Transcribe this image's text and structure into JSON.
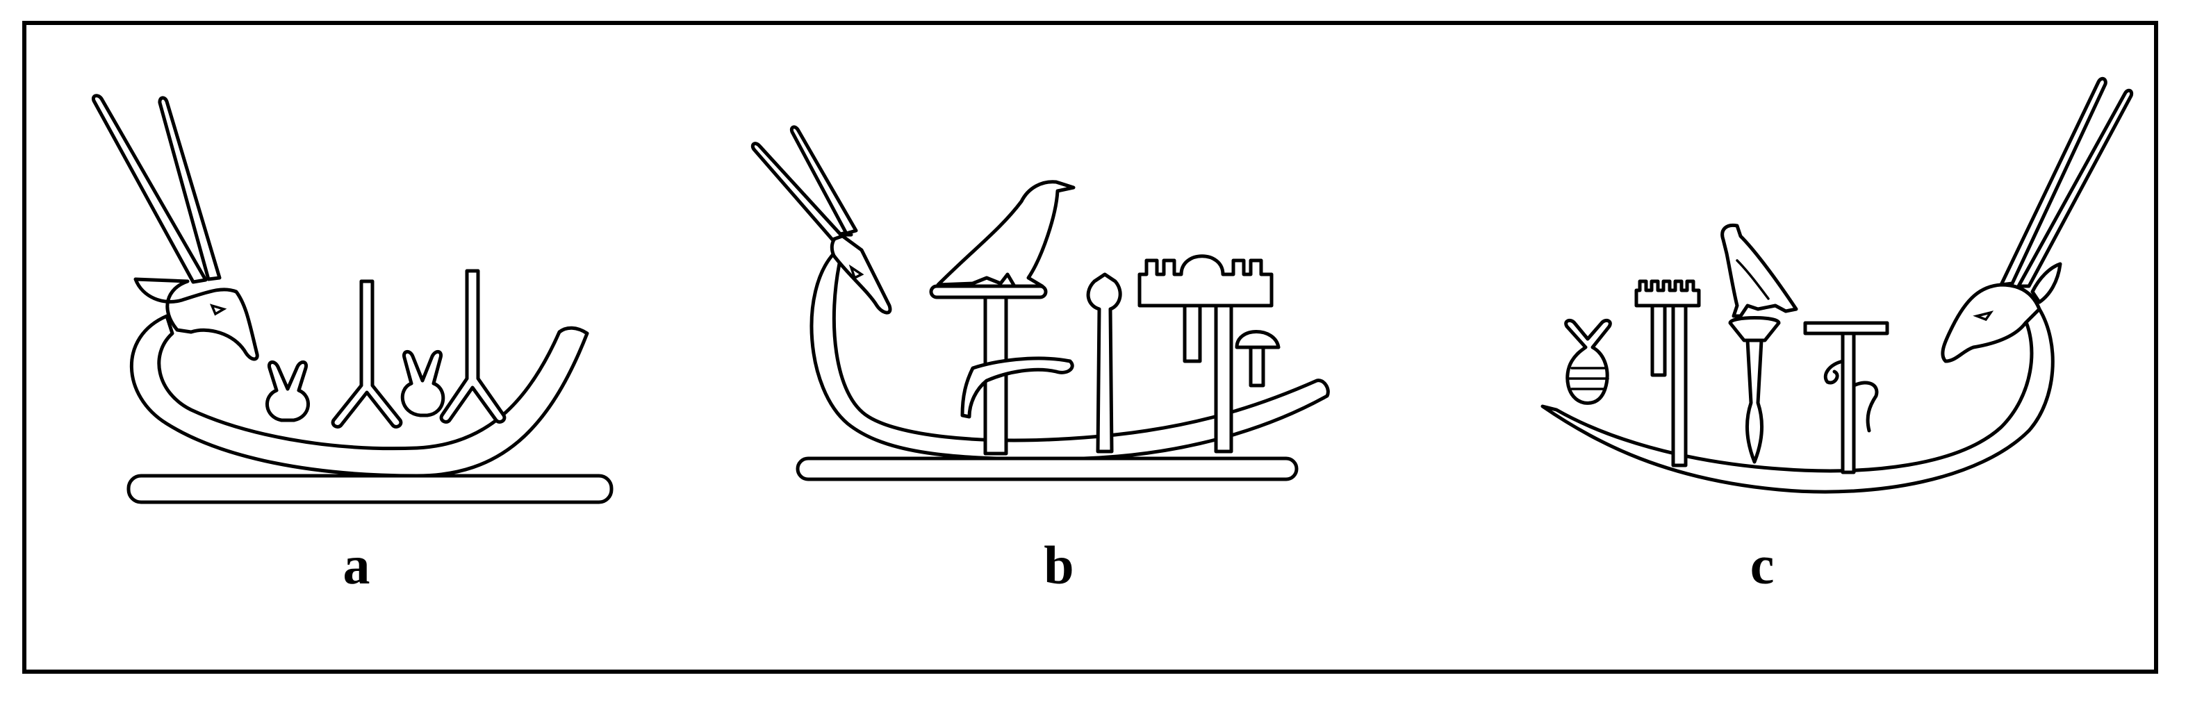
{
  "panels": [
    {
      "label": "a"
    },
    {
      "label": "b"
    },
    {
      "label": "c"
    }
  ],
  "colors": {
    "line": "#000000",
    "background": "#ffffff"
  },
  "icons": [
    "oryx-head-icon",
    "boat-hull-icon",
    "ka-arms-icon",
    "bull-horns-icon",
    "falcon-icon",
    "vulture-icon",
    "standard-perch-icon",
    "battlement-icon",
    "fish-icon",
    "mace-icon",
    "mushroom-icon",
    "papyrus-fan-icon"
  ]
}
